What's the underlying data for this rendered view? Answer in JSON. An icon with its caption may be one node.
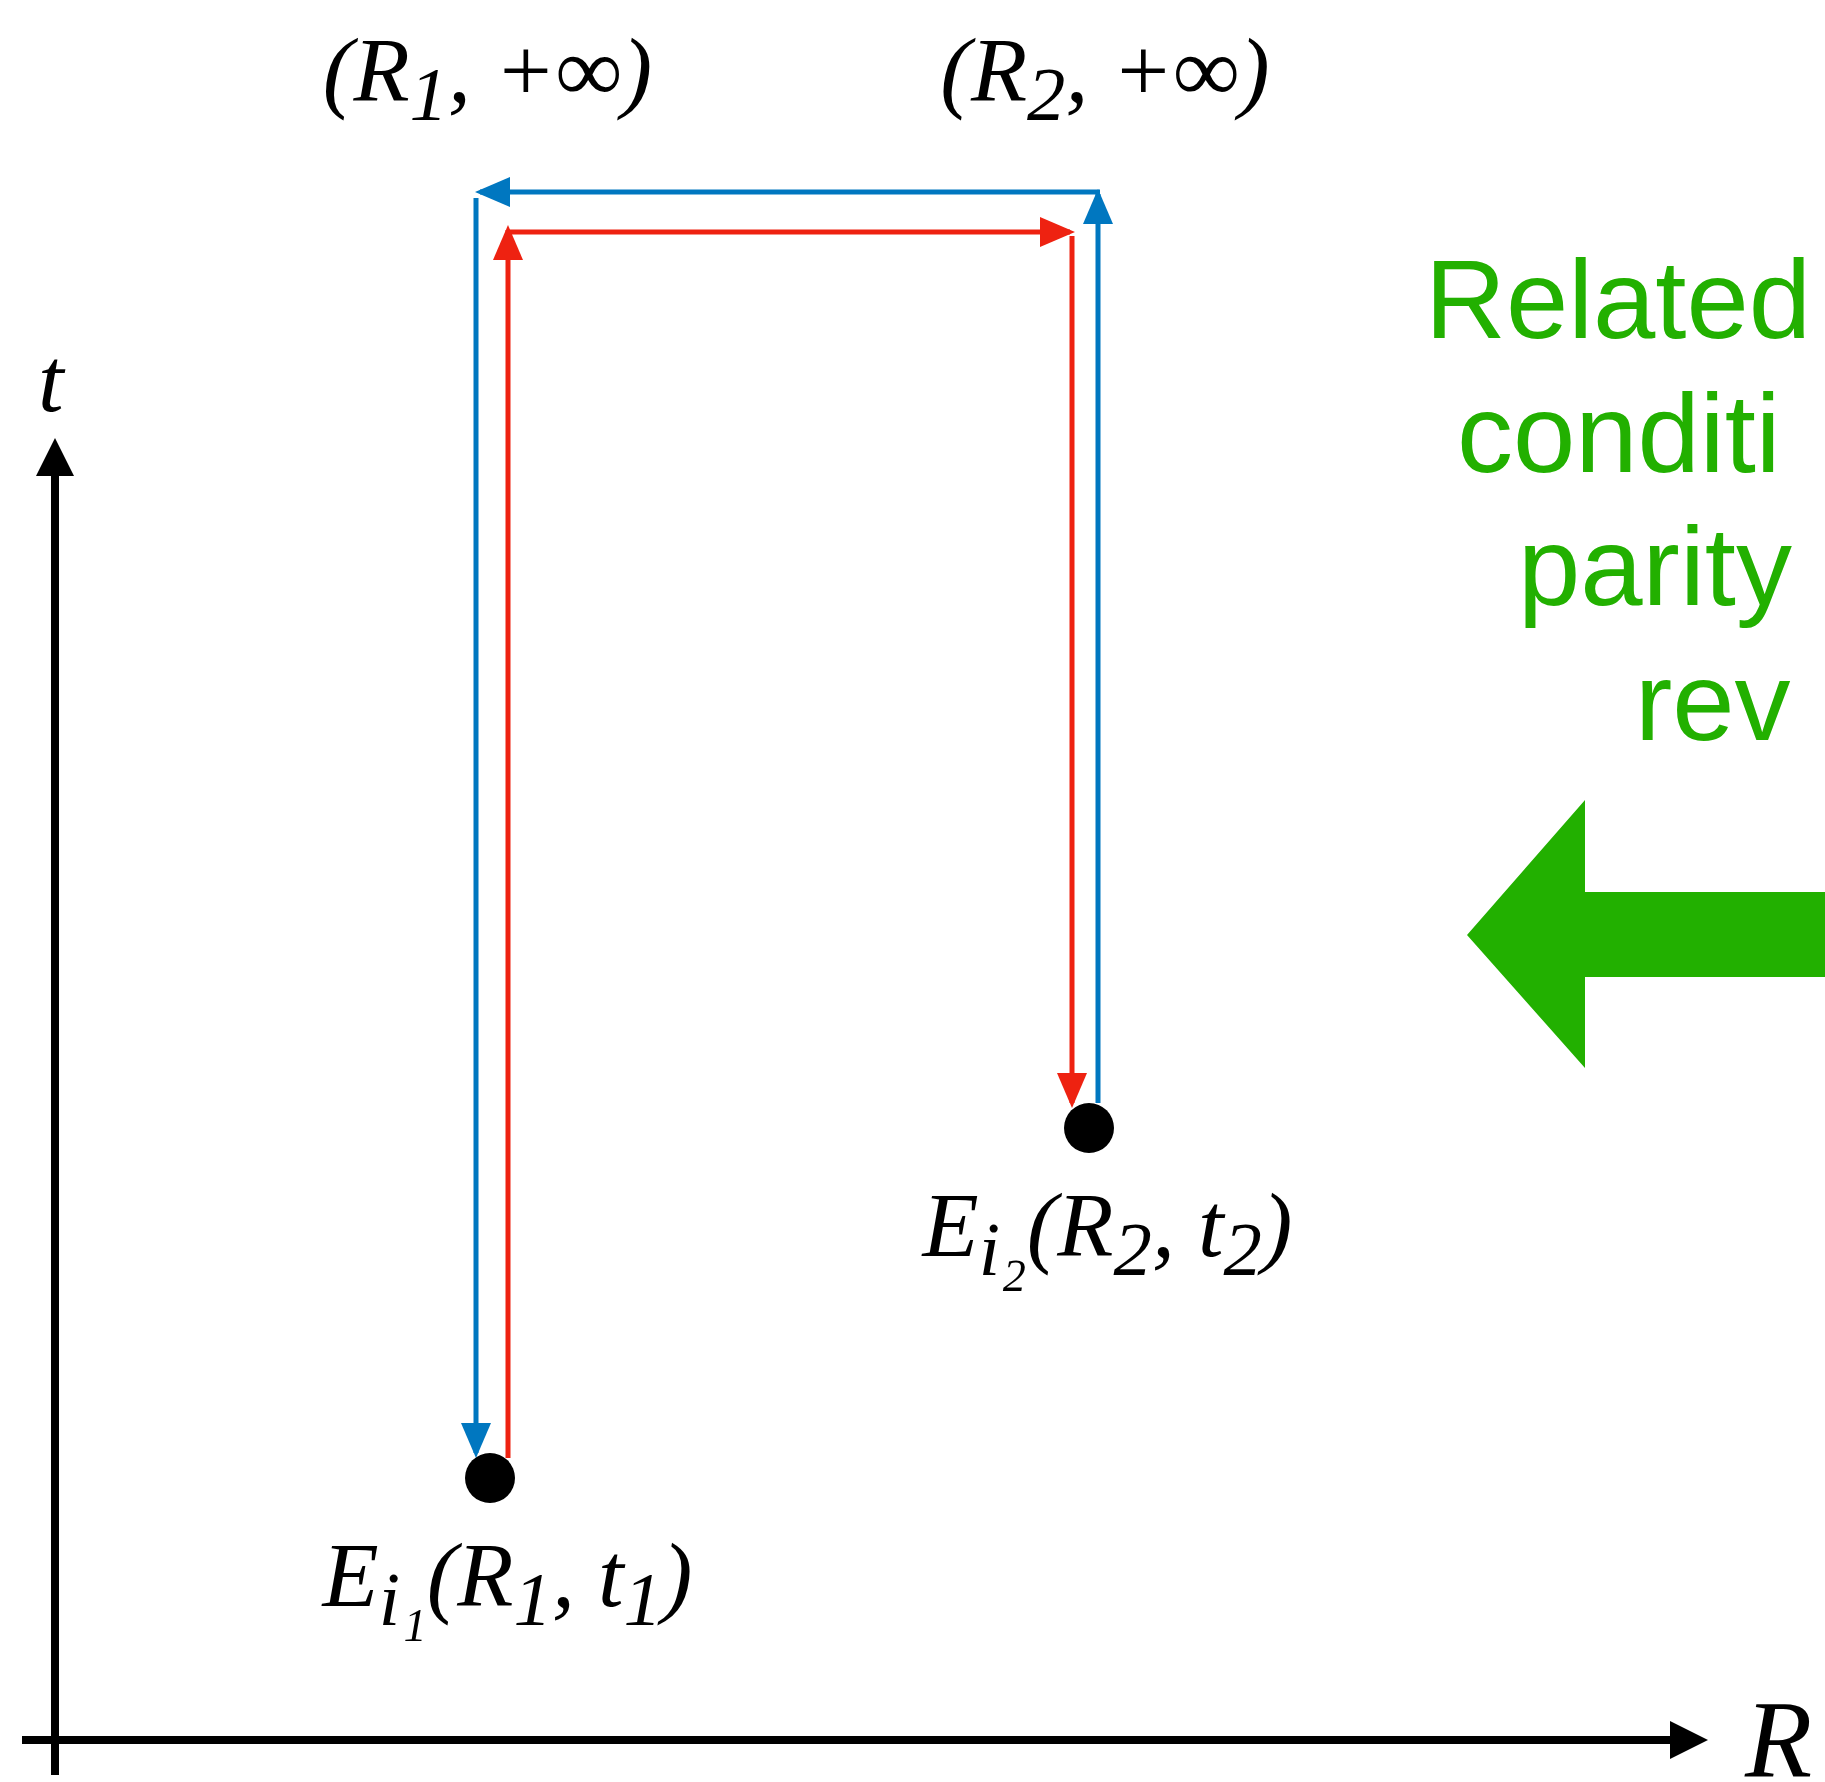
{
  "diagram": {
    "nodes": [
      {
        "text": [
          "(R$_{1}$, +∞)"
        ]
      },
      {
        "text": [
          "(R$_{2}$, +∞)"
        ]
      },
      {
        "text": [
          "E$_{i₂}$(R$_{2}$, t$_{2}$)"
        ]
      },
      {
        "text": [
          "E$_{i₁}$(R$_{1}$, t$_{1}$)"
        ]
      }
    ],
    "edges": [
      {
        "from": 3,
        "to": 0,
        "arrow": "to",
        "color": "#ee2211"
      },
      {
        "from": 0,
        "to": 1,
        "arrow": "to",
        "color": "#ee2211"
      },
      {
        "from": 1,
        "to": 2,
        "arrow": "to",
        "color": "#ee2211"
      },
      {
        "from": 2,
        "to": 1,
        "arrow": "to",
        "color": "#0077c0"
      },
      {
        "from": 1,
        "to": 0,
        "arrow": "to",
        "color": "#0077c0"
      },
      {
        "from": 0,
        "to": 3,
        "arrow": "to",
        "color": "#0077c0"
      }
    ],
    "labels": [
      "t",
      "R",
      "Related",
      "conditi",
      "parity",
      "rev"
    ]
  }
}
